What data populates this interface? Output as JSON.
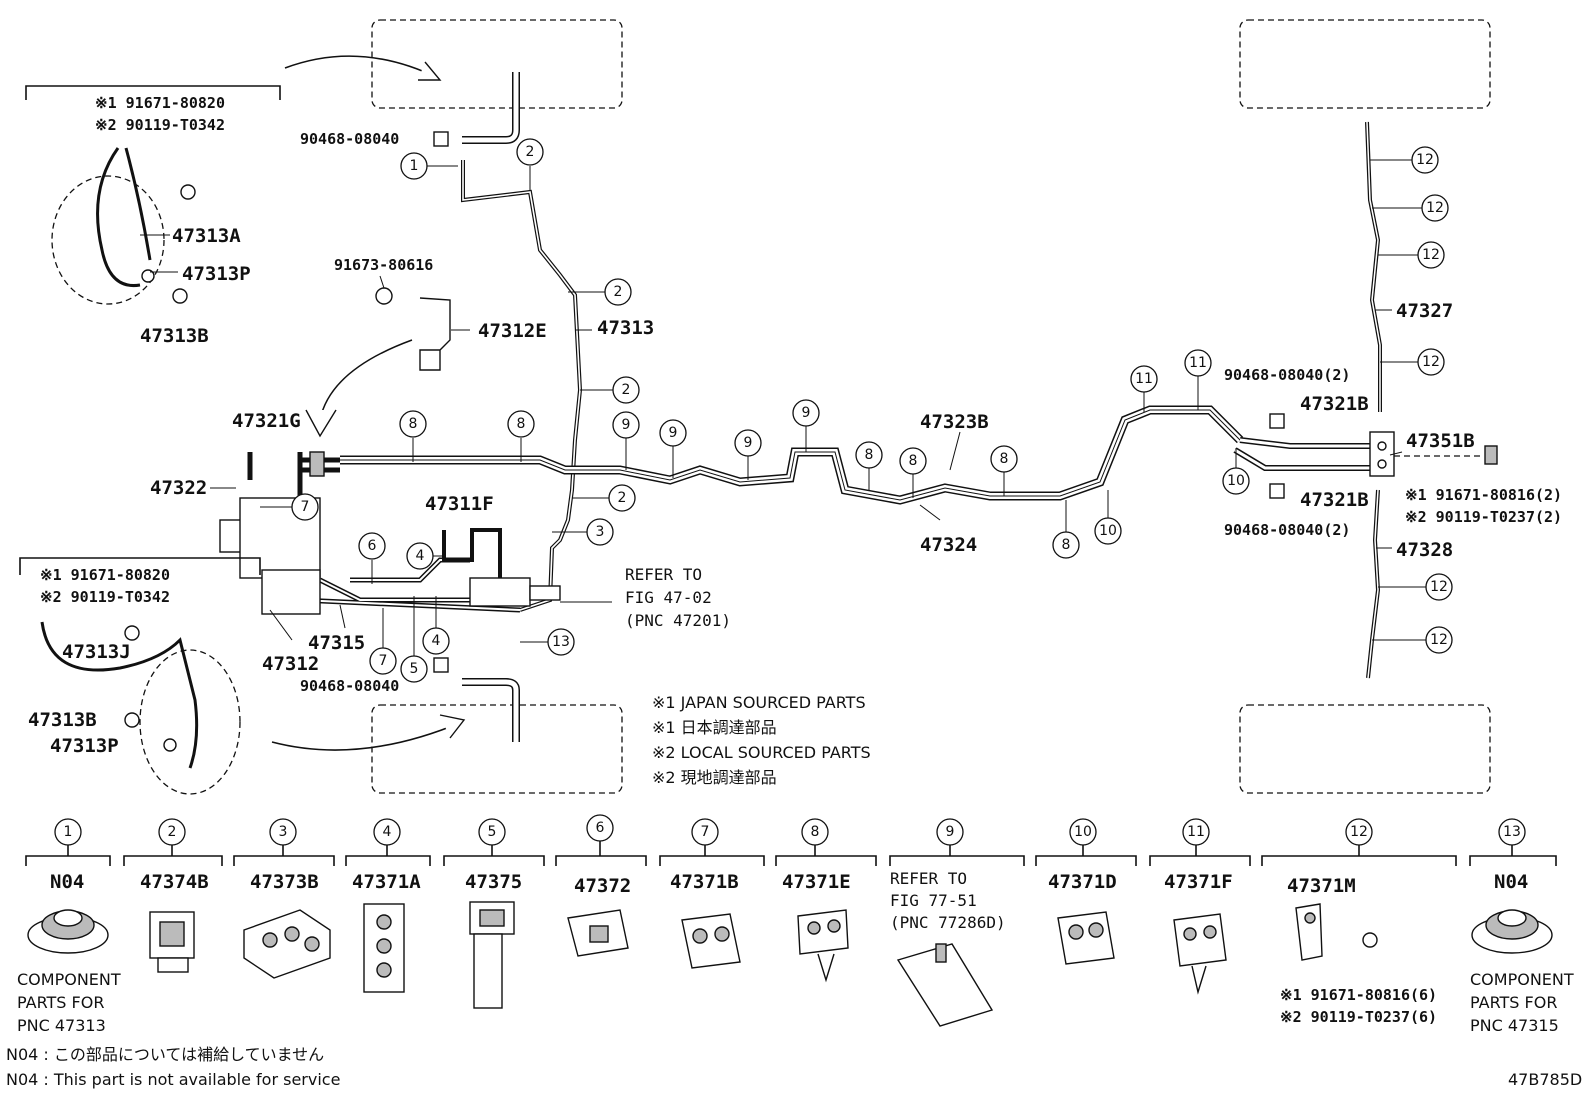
{
  "labels": {
    "p47313A": "47313A",
    "p47313P_top": "47313P",
    "p47313B_top": "47313B",
    "p91673": "91673-80616",
    "p47312E": "47312E",
    "p47313": "47313",
    "p90468_top": "90468-08040",
    "p47321G": "47321G",
    "p47322": "47322",
    "p47311F": "47311F",
    "p47315": "47315",
    "p47312": "47312",
    "p90468_bot": "90468-08040",
    "p47313J": "47313J",
    "p47313B_bot": "47313B",
    "p47313P_bot": "47313P",
    "p47323B": "47323B",
    "p47324": "47324",
    "p90468_r_top": "90468-08040(2)",
    "p47321B_top": "47321B",
    "p47351B": "47351B",
    "p47321B_bot": "47321B",
    "p90468_r_bot": "90468-08040(2)",
    "p47327": "47327",
    "p47328": "47328"
  },
  "notes_top_left": {
    "line1": "※1 91671-80820",
    "line2": "※2 90119-T0342"
  },
  "notes_mid_left": {
    "line1": "※1 91671-80820",
    "line2": "※2 90119-T0342"
  },
  "notes_right": {
    "line1": "※1 91671-80816(2)",
    "line2": "※2 90119-T0237(2)"
  },
  "refer": {
    "line1": "REFER TO",
    "line2": "FIG 47-02",
    "line3": "(PNC 47201)"
  },
  "legend": {
    "l1": "※1 JAPAN SOURCED PARTS",
    "l2": "※1 日本調達部品",
    "l3": "※2 LOCAL SOURCED PARTS",
    "l4": "※2 現地調達部品"
  },
  "parts_table": [
    {
      "num": "1",
      "code": "N04"
    },
    {
      "num": "2",
      "code": "47374B"
    },
    {
      "num": "3",
      "code": "47373B"
    },
    {
      "num": "4",
      "code": "47371A"
    },
    {
      "num": "5",
      "code": "47375"
    },
    {
      "num": "6",
      "code": "47372"
    },
    {
      "num": "7",
      "code": "47371B"
    },
    {
      "num": "8",
      "code": "47371E"
    },
    {
      "num": "9",
      "code": "REFER TO"
    },
    {
      "num": "10",
      "code": "47371D"
    },
    {
      "num": "11",
      "code": "47371F"
    },
    {
      "num": "12",
      "code": "47371M"
    },
    {
      "num": "13",
      "code": "N04"
    }
  ],
  "table_extra": {
    "t9_line2": "FIG 77-51",
    "t9_line3": "(PNC 77286D)",
    "t1_l1": "COMPONENT",
    "t1_l2": "PARTS FOR",
    "t1_l3": "PNC 47313",
    "t12_l1": "※1 91671-80816(6)",
    "t12_l2": "※2 90119-T0237(6)",
    "t13_l1": "COMPONENT",
    "t13_l2": "PARTS FOR",
    "t13_l3": "PNC 47315"
  },
  "footer": {
    "jp": "N04 : この部品については補給していません",
    "en": "N04 : This part is not available for service",
    "code": "47B785D"
  },
  "callouts": [
    "1",
    "2",
    "2",
    "2",
    "2",
    "3",
    "4",
    "4",
    "5",
    "6",
    "7",
    "7",
    "8",
    "8",
    "8",
    "8",
    "8",
    "8",
    "9",
    "9",
    "9",
    "9",
    "10",
    "10",
    "11",
    "11",
    "12",
    "12",
    "12",
    "12",
    "12",
    "12",
    "13"
  ]
}
